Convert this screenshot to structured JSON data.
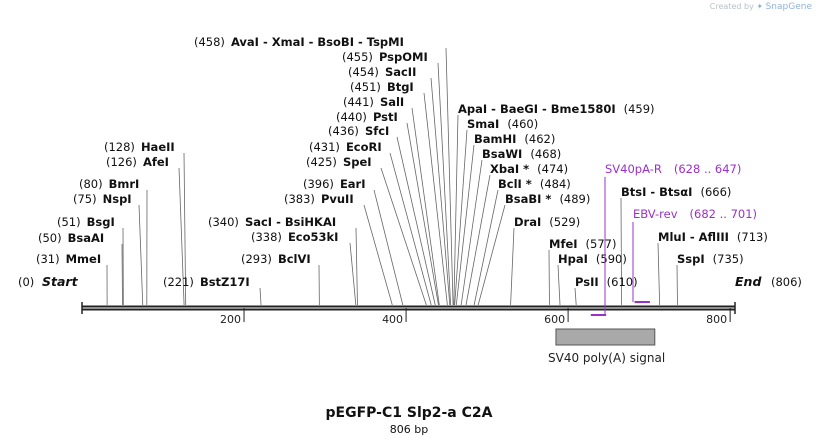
{
  "credit": {
    "prefix": "Created by",
    "brand": "SnapGene"
  },
  "map": {
    "title": "pEGFP-C1 Slp2-a C2A",
    "length_label": "806 bp",
    "total_bp": 806,
    "start_label": {
      "pos": "(0)",
      "name": "Start"
    },
    "end_label": {
      "name": "End",
      "pos": "(806)"
    },
    "ticks": [
      "200",
      "400",
      "600",
      "800"
    ],
    "colors": {
      "enzyme": "#111111",
      "primer": "#9b30c8",
      "feature_fill": "#a9a9a9",
      "line": "#555555"
    }
  },
  "sites": [
    {
      "pos": "(31)",
      "names": [
        "MmeI"
      ],
      "bp": 31
    },
    {
      "pos": "(50)",
      "names": [
        "BsaAI"
      ],
      "bp": 50
    },
    {
      "pos": "(51)",
      "names": [
        "BsgI"
      ],
      "bp": 51
    },
    {
      "pos": "(75)",
      "names": [
        "NspI"
      ],
      "bp": 75
    },
    {
      "pos": "(80)",
      "names": [
        "BmrI"
      ],
      "bp": 80
    },
    {
      "pos": "(126)",
      "names": [
        "AfeI"
      ],
      "bp": 126
    },
    {
      "pos": "(128)",
      "names": [
        "HaeII"
      ],
      "bp": 128
    },
    {
      "pos": "(221)",
      "names": [
        "BstZ17I"
      ],
      "bp": 221
    },
    {
      "pos": "(293)",
      "names": [
        "BclVI"
      ],
      "bp": 293
    },
    {
      "pos": "(338)",
      "names": [
        "Eco53kI"
      ],
      "bp": 338
    },
    {
      "pos": "(340)",
      "names": [
        "SacI",
        "BsiHKAI"
      ],
      "bp": 340
    },
    {
      "pos": "(383)",
      "names": [
        "PvuII"
      ],
      "bp": 383
    },
    {
      "pos": "(396)",
      "names": [
        "EarI"
      ],
      "bp": 396
    },
    {
      "pos": "(425)",
      "names": [
        "SpeI"
      ],
      "bp": 425
    },
    {
      "pos": "(431)",
      "names": [
        "EcoRI"
      ],
      "bp": 431
    },
    {
      "pos": "(436)",
      "names": [
        "SfcI"
      ],
      "bp": 436
    },
    {
      "pos": "(440)",
      "names": [
        "PstI"
      ],
      "bp": 440
    },
    {
      "pos": "(441)",
      "names": [
        "SalI"
      ],
      "bp": 441
    },
    {
      "pos": "(451)",
      "names": [
        "BtgI"
      ],
      "bp": 451
    },
    {
      "pos": "(454)",
      "names": [
        "SacII"
      ],
      "bp": 454
    },
    {
      "pos": "(455)",
      "names": [
        "PspOMI"
      ],
      "bp": 455
    },
    {
      "pos": "(458)",
      "names": [
        "AvaI",
        "XmaI",
        "BsoBI",
        "TspMI"
      ],
      "bp": 458
    },
    {
      "pos": "(459)",
      "names": [
        "ApaI",
        "BaeGI",
        "Bme1580I"
      ],
      "bp": 459
    },
    {
      "pos": "(460)",
      "names": [
        "SmaI"
      ],
      "bp": 460
    },
    {
      "pos": "(462)",
      "names": [
        "BamHI"
      ],
      "bp": 462
    },
    {
      "pos": "(468)",
      "names": [
        "BsaWI"
      ],
      "bp": 468
    },
    {
      "pos": "(474)",
      "names": [
        "XbaI *"
      ],
      "bp": 474
    },
    {
      "pos": "(484)",
      "names": [
        "BclI *"
      ],
      "bp": 484
    },
    {
      "pos": "(489)",
      "names": [
        "BsaBI *"
      ],
      "bp": 489
    },
    {
      "pos": "(529)",
      "names": [
        "DraI"
      ],
      "bp": 529
    },
    {
      "pos": "(577)",
      "names": [
        "MfeI"
      ],
      "bp": 577
    },
    {
      "pos": "(590)",
      "names": [
        "HpaI"
      ],
      "bp": 590
    },
    {
      "pos": "(610)",
      "names": [
        "PsII"
      ],
      "bp": 610
    },
    {
      "pos": "(666)",
      "names": [
        "BtsI",
        "BtsαI"
      ],
      "bp": 666
    },
    {
      "pos": "(713)",
      "names": [
        "MluI",
        "AflIII"
      ],
      "bp": 713
    },
    {
      "pos": "(735)",
      "names": [
        "SspI"
      ],
      "bp": 735
    }
  ],
  "primers": [
    {
      "name": "SV40pA-R",
      "range": "(628 .. 647)",
      "start": 628,
      "end": 647,
      "direction": "reverse"
    },
    {
      "name": "EBV-rev",
      "range": "(682 .. 701)",
      "start": 682,
      "end": 701,
      "direction": "reverse"
    }
  ],
  "features": [
    {
      "name": "SV40 poly(A) signal",
      "start": 585,
      "end": 707
    }
  ]
}
